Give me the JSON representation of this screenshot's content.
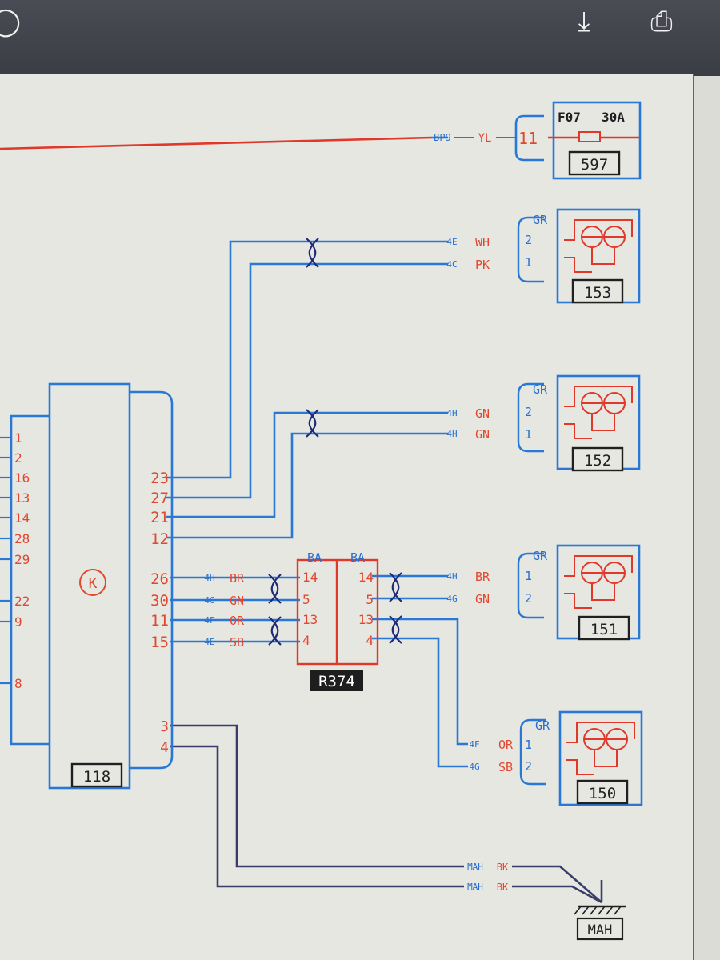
{
  "toolbar": {
    "download_icon": "download-icon",
    "print_icon": "print-icon",
    "left_icon": "circle-icon"
  },
  "colors": {
    "wire_blue": "#2a78d6",
    "wire_red": "#e0382a",
    "text_red": "#e2472f",
    "text_blue": "#2a6fd0",
    "wire_dark": "#3a3c6a",
    "label_dark": "#202020"
  },
  "diagram": {
    "fuse": {
      "name": "F07",
      "rating": "30A",
      "pin": "11",
      "code": "BP9",
      "wire": "YL",
      "box": "597"
    },
    "ecu": {
      "id": "118",
      "symbol": "K"
    },
    "left_pins": [
      "1",
      "2",
      "16",
      "13",
      "14",
      "28",
      "29",
      "22",
      "9",
      "8"
    ],
    "ecu_pins_upper": [
      "23",
      "27",
      "21",
      "12"
    ],
    "ecu_pins_lower": [
      "26",
      "30",
      "11",
      "15"
    ],
    "ecu_pins_bottom": [
      "3",
      "4"
    ],
    "lower_wires": [
      {
        "code": "4H",
        "color": "BR"
      },
      {
        "code": "4G",
        "color": "GN"
      },
      {
        "code": "4F",
        "color": "OR"
      },
      {
        "code": "4E",
        "color": "SB"
      }
    ],
    "junction": {
      "id": "R374",
      "left_label": "BA",
      "right_label": "BA",
      "left_pins": [
        "14",
        "5",
        "13",
        "4"
      ],
      "right_pins": [
        "14",
        "5",
        "13",
        "4"
      ]
    },
    "sensors": [
      {
        "id": "153",
        "conn": "GR",
        "pins": [
          "2",
          "1"
        ],
        "wires": [
          {
            "code": "4E",
            "color": "WH"
          },
          {
            "code": "4C",
            "color": "PK"
          }
        ]
      },
      {
        "id": "152",
        "conn": "GR",
        "pins": [
          "2",
          "1"
        ],
        "wires": [
          {
            "code": "4H",
            "color": "GN"
          },
          {
            "code": "4H",
            "color": "GN"
          }
        ]
      },
      {
        "id": "151",
        "conn": "GR",
        "pins": [
          "1",
          "2"
        ],
        "wires": [
          {
            "code": "4H",
            "color": "BR"
          },
          {
            "code": "4G",
            "color": "GN"
          }
        ]
      },
      {
        "id": "150",
        "conn": "GR",
        "pins": [
          "1",
          "2"
        ],
        "wires": [
          {
            "code": "4F",
            "color": "OR"
          },
          {
            "code": "4G",
            "color": "SB"
          }
        ]
      }
    ],
    "ground": {
      "label": "MAH",
      "wires": [
        {
          "code": "MAH",
          "color": "BK"
        },
        {
          "code": "MAH",
          "color": "BK"
        }
      ]
    }
  }
}
